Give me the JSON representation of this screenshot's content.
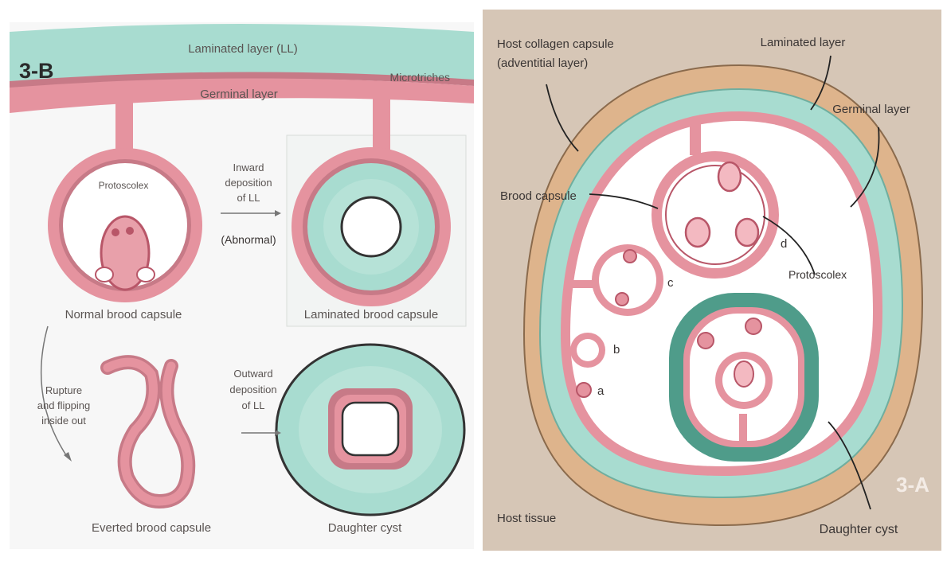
{
  "colors": {
    "germinal": "#e5939f",
    "germinal_dark": "#b85668",
    "laminated": "#a8dcd0",
    "laminated_dark": "#4aa08e",
    "daughter_laminated": "#4f9c8a",
    "adventitial": "#deb48c",
    "host_tissue": "#d6c6b6",
    "cyst_fluid": "#ffffff"
  },
  "panel_b": {
    "tag": "3-B",
    "laminated_layer": "Laminated layer (LL)",
    "microtriches": "Microtriches",
    "germinal_layer": "Germinal layer",
    "protoscolex": "Protoscolex",
    "inward_deposition": [
      "Inward",
      "deposition",
      "of LL"
    ],
    "abnormal": "(Abnormal)",
    "normal_brood_capsule": "Normal brood capsule",
    "laminated_brood_capsule": "Laminated brood capsule",
    "rupture": [
      "Rupture",
      "and flipping",
      "inside out"
    ],
    "outward_deposition": [
      "Outward",
      "deposition",
      "of LL"
    ],
    "everted_brood_capsule": "Everted brood capsule",
    "daughter_cyst": "Daughter cyst"
  },
  "panel_a": {
    "tag": "3-A",
    "host_collagen_capsule": [
      "Host collagen capsule",
      "(adventitial layer)"
    ],
    "laminated_layer": "Laminated layer",
    "germinal_layer": "Germinal layer",
    "brood_capsule": "Brood capsule",
    "protoscolex": "Protoscolex",
    "stage_a": "a",
    "stage_b": "b",
    "stage_c": "c",
    "stage_d": "d",
    "host_tissue": "Host tissue",
    "daughter_cyst": "Daughter cyst"
  }
}
